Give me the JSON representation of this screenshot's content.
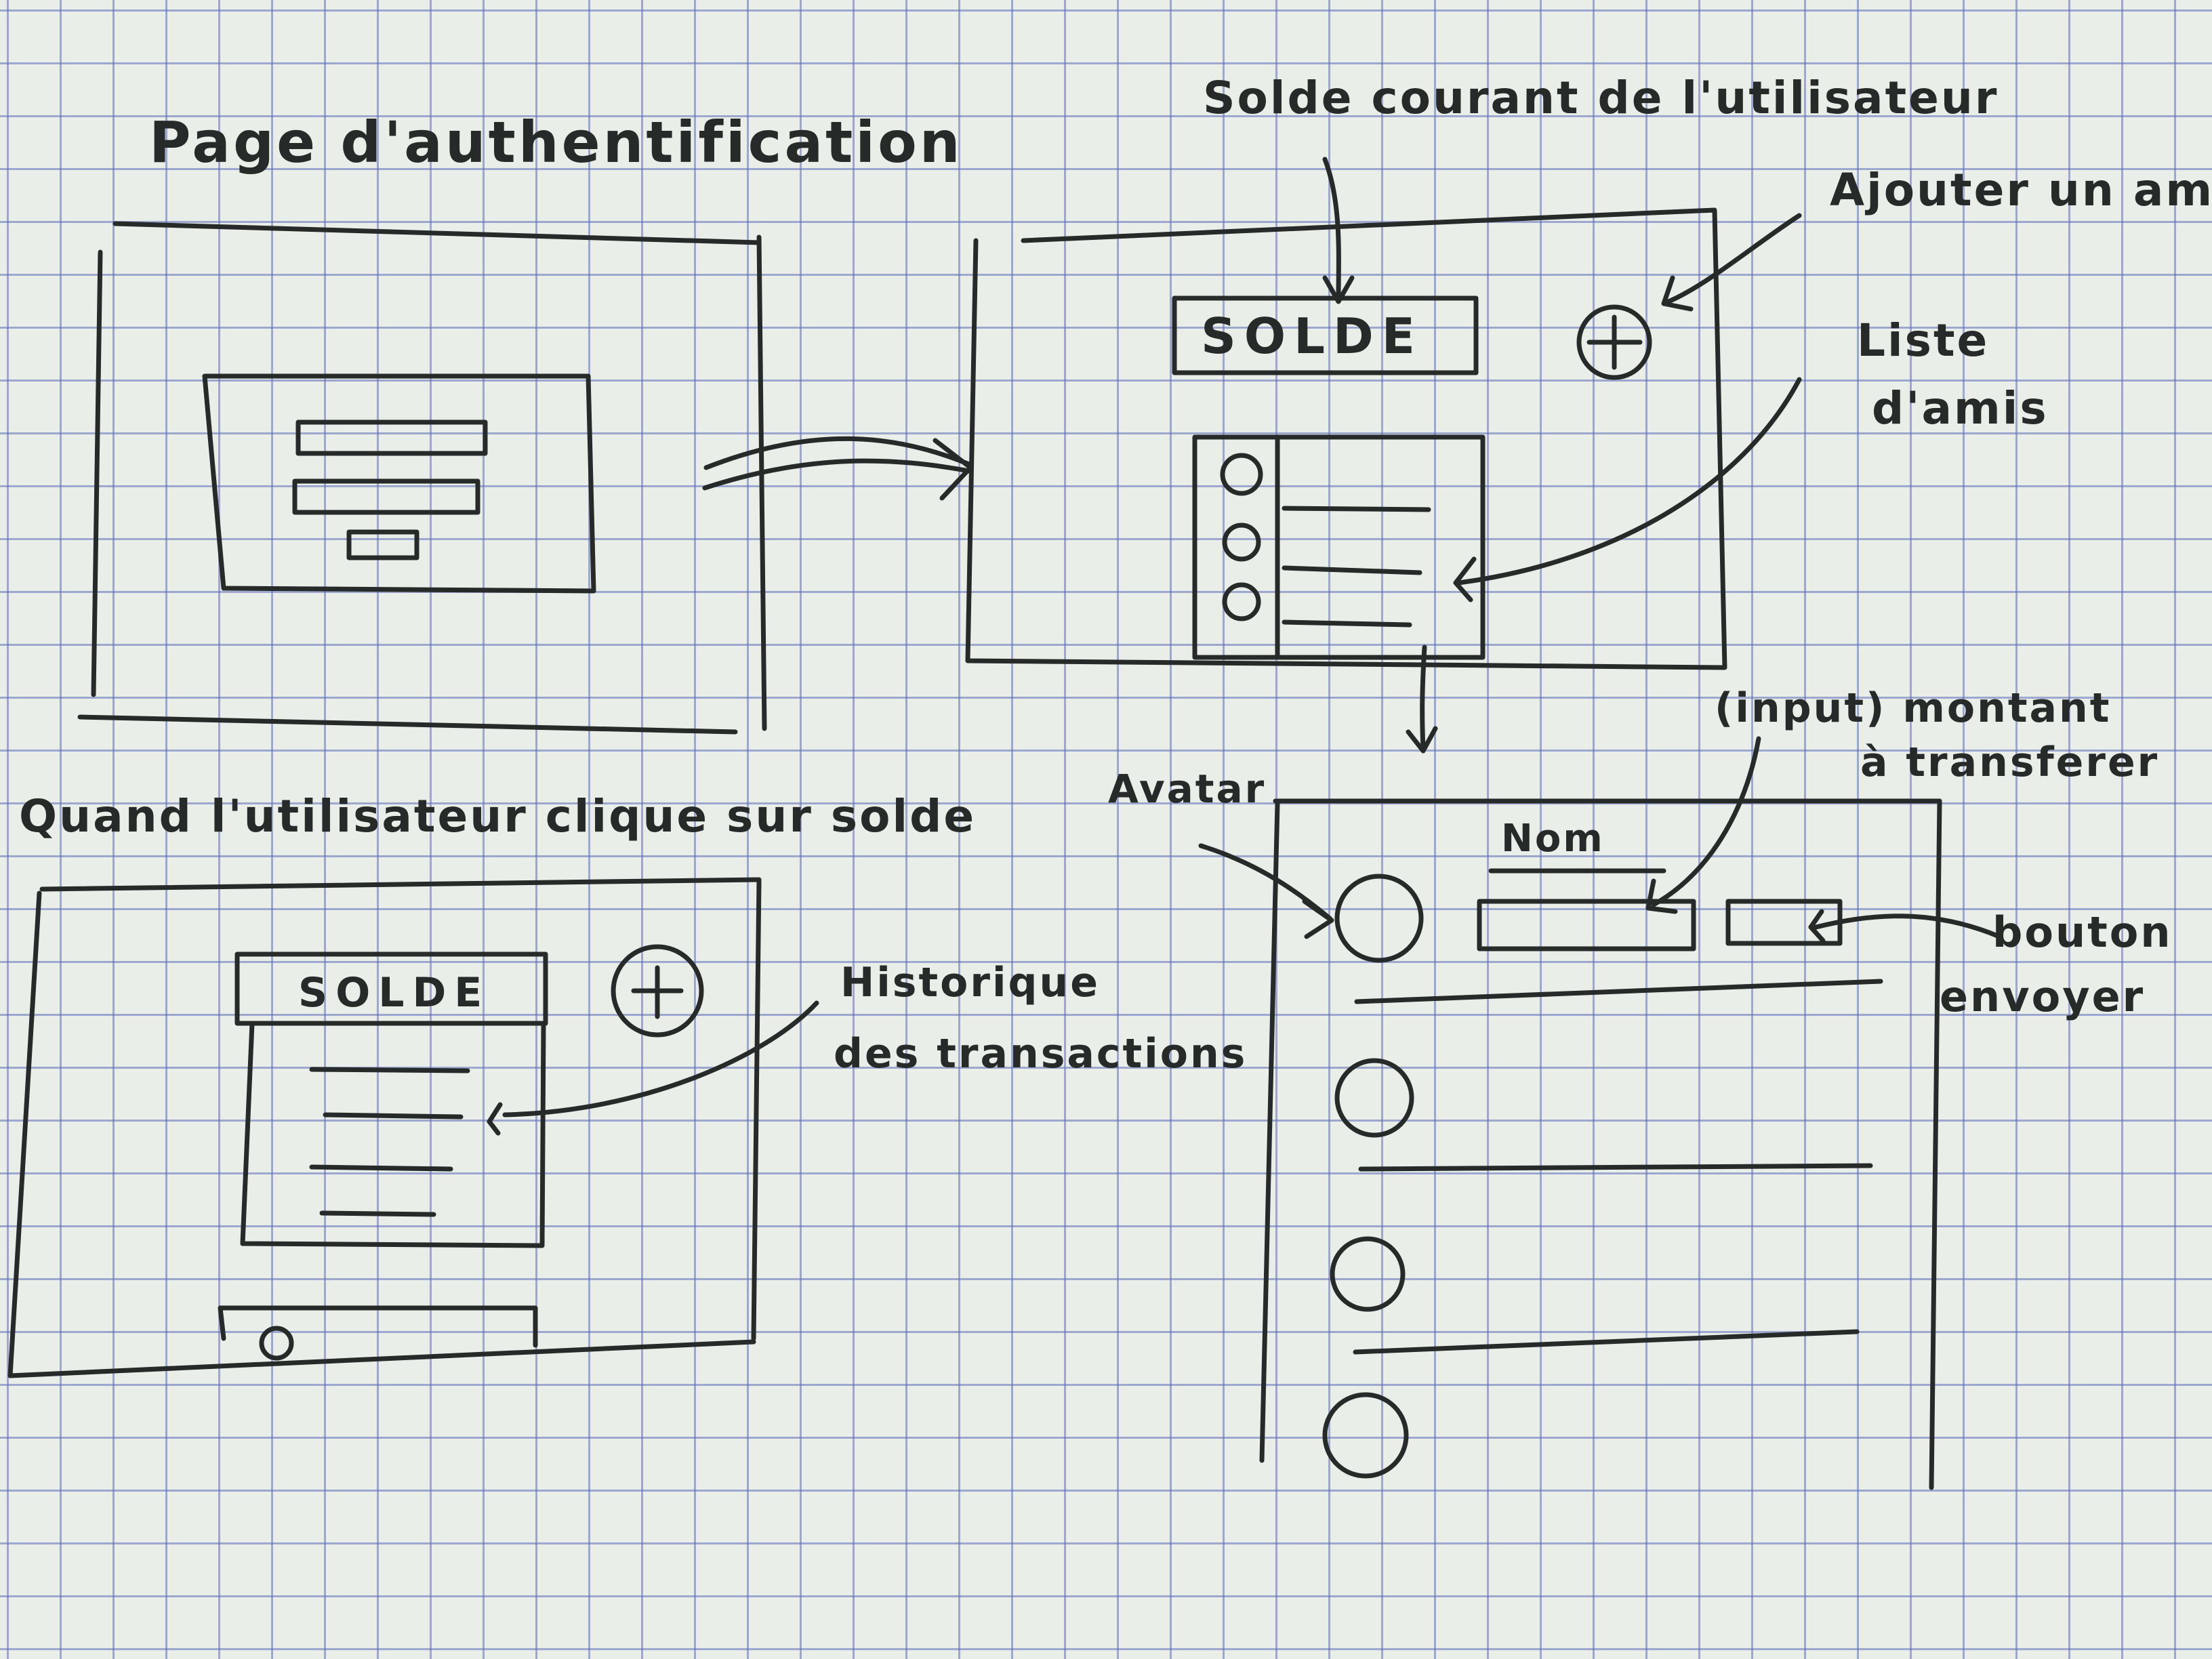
{
  "labels": {
    "auth_page": "Page d'authentification",
    "current_balance": "Solde courant de l'utilisateur",
    "add_friend": "Ajouter un ami",
    "friends_list_line1": "Liste",
    "friends_list_line2": "d'amis",
    "balance_box": "SOLDE",
    "when_click": "Quand l'utilisateur clique sur solde",
    "history_line1": "Historique",
    "history_line2": "des transactions",
    "avatar": "Avatar",
    "input_line1": "(input) montant",
    "input_line2": "à transferer",
    "name": "Nom",
    "button_line1": "bouton",
    "button_line2": "envoyer"
  },
  "icons": {
    "add": "plus-circle-icon"
  },
  "colors": {
    "ink": "#262a28",
    "paper": "#e9eee9",
    "grid": "#5f6eb9"
  }
}
